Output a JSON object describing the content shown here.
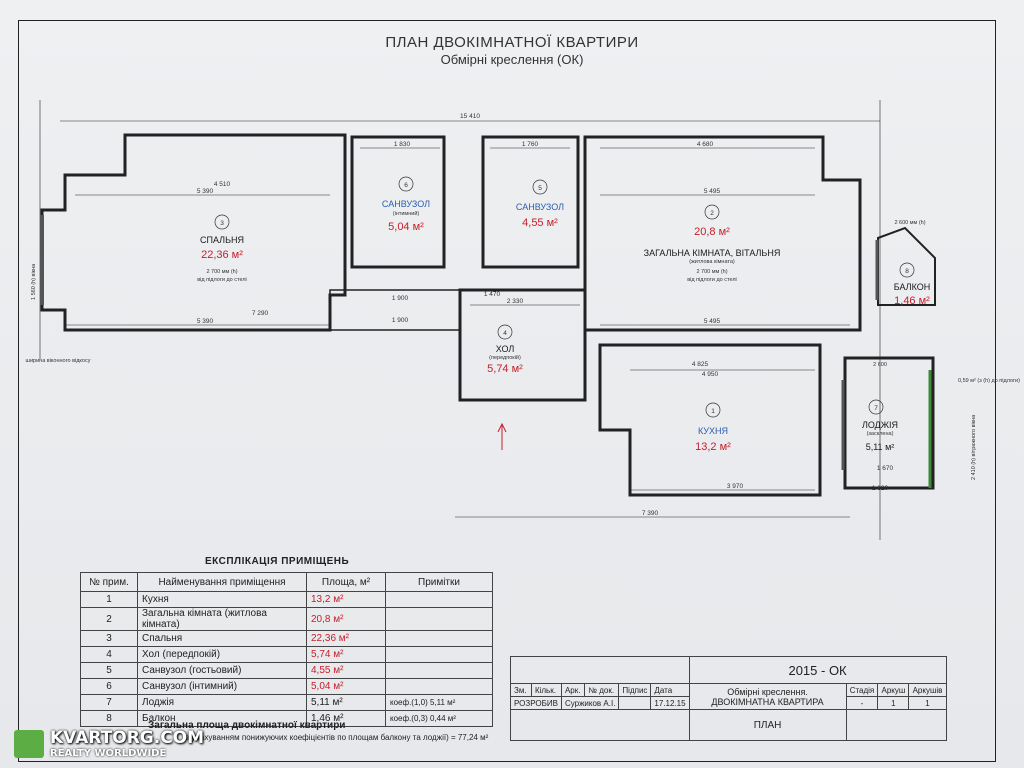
{
  "header": {
    "title": "ПЛАН ДВОКІМНАТНОЇ КВАРТИРИ",
    "subtitle": "Обмірні креслення (ОК)"
  },
  "rooms": [
    {
      "num": "1",
      "name": "КУХНЯ",
      "area": "13,2 м²"
    },
    {
      "num": "2",
      "name": "ЗАГАЛЬНА КІМНАТА, ВІТАЛЬНЯ",
      "sub": "(житлова кімната)",
      "area": "20,8 м²"
    },
    {
      "num": "3",
      "name": "СПАЛЬНЯ",
      "area": "22,36 м²"
    },
    {
      "num": "4",
      "name": "ХОЛ",
      "sub": "(передпокій)",
      "area": "5,74 м²"
    },
    {
      "num": "5",
      "name": "САНВУЗОЛ",
      "area": "4,55 м²"
    },
    {
      "num": "6",
      "name": "САНВУЗОЛ",
      "sub": "(інтимний)",
      "area": "5,04 м²"
    },
    {
      "num": "7",
      "name": "ЛОДЖІЯ",
      "sub": "(засклена)",
      "area": "5,11 м²"
    },
    {
      "num": "8",
      "name": "БАЛКОН",
      "area": "1,46 м²"
    }
  ],
  "plan_notes": {
    "height": "2 700 мм (h)",
    "height_note": "від підлоги до стелі",
    "window_note": "ширина віконного відкосу",
    "window_h": "1 560 (h) вікна",
    "loggia_window": "2 410 (h) вітражного вікна",
    "balcony_h": "2 600 мм (h)",
    "parapet": "0,59 м² (з (h) до підлоги)"
  },
  "dimensions": {
    "overall": "15 410",
    "d_5390": "5 390",
    "d_4510": "4 510",
    "d_7290": "7 290",
    "d_1830": "1 830",
    "d_1760": "1 760",
    "d_4680": "4 680",
    "d_5495": "5 495",
    "d_4825": "4 825",
    "d_4950": "4 950",
    "d_3970": "3 970",
    "d_7390": "7 390",
    "d_2330": "2 330",
    "d_1470": "1 470",
    "d_1900": "1 900",
    "d_2600": "2 600",
    "d_1620": "1 620",
    "d_1670": "1 670"
  },
  "explication": {
    "title": "ЕКСПЛІКАЦІЯ ПРИМІЩЕНЬ",
    "headers": [
      "№ прим.",
      "Найменування приміщення",
      "Площа, м²",
      "Примітки"
    ],
    "rows": [
      {
        "n": "1",
        "name": "Кухня",
        "area": "13,2 м²",
        "note": ""
      },
      {
        "n": "2",
        "name": "Загальна кімната (житлова кімната)",
        "area": "20,8 м²",
        "note": ""
      },
      {
        "n": "3",
        "name": "Спальня",
        "area": "22,36 м²",
        "note": ""
      },
      {
        "n": "4",
        "name": "Хол (передпокій)",
        "area": "5,74 м²",
        "note": ""
      },
      {
        "n": "5",
        "name": "Санвузол (гостьовий)",
        "area": "4,55 м²",
        "note": ""
      },
      {
        "n": "6",
        "name": "Санвузол (інтимний)",
        "area": "5,04 м²",
        "note": ""
      },
      {
        "n": "7",
        "name": "Лоджія",
        "area": "5,11 м²",
        "note": "коеф.(1,0) 5,11 м²"
      },
      {
        "n": "8",
        "name": "Балкон",
        "area": "1,46 м²",
        "note": "коеф.(0,3) 0,44 м²"
      }
    ],
    "total_label": "Загальна площа двокімнатної квартири",
    "total_note": "(з урахуванням понижуючих коефіцієнтів по площам балкону та лоджії) = 77,24 м²"
  },
  "stamp": {
    "code": "2015 - ОК",
    "cols": [
      "Зм.",
      "Кільк.",
      "Арк.",
      "№ док.",
      "Підпис",
      "Дата"
    ],
    "developed": "РОЗРОБИВ",
    "author": "Суржиков А.І.",
    "date": "17.12.15",
    "doc_title_1": "Обмірні креслення.",
    "doc_title_2": "ДВОКІМНАТНА КВАРТИРА",
    "stage_label": "Стадія",
    "sheet_label": "Аркуш",
    "sheets_label": "Аркушів",
    "stage": "-",
    "sheet": "1",
    "sheets": "1",
    "plan": "ПЛАН"
  },
  "watermark": {
    "line1": "KVARTORG.COM",
    "line2": "REALTY WORLDWIDE"
  },
  "colors": {
    "area_red": "#c81e2a",
    "name_blue": "#2b5fb0",
    "watermark_green": "#5cae44"
  }
}
